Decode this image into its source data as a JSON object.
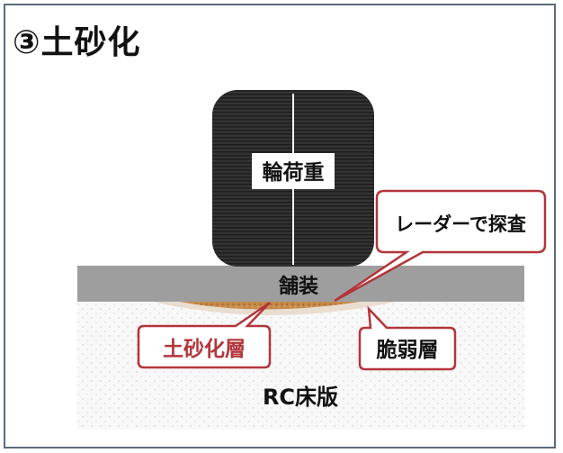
{
  "title": "③土砂化",
  "labels": {
    "wheel_load": "輪荷重",
    "radar": "レーダーで探査",
    "pavement": "舗装",
    "sand_layer": "土砂化層",
    "brittle_layer": "脆弱層",
    "slab": "RC床版"
  },
  "colors": {
    "tire": "#2b2b2b",
    "pavement": "#9b9b9b",
    "callout_border": "#b3353b",
    "sand_text": "#b3353b",
    "sand": "#c58a4a"
  }
}
